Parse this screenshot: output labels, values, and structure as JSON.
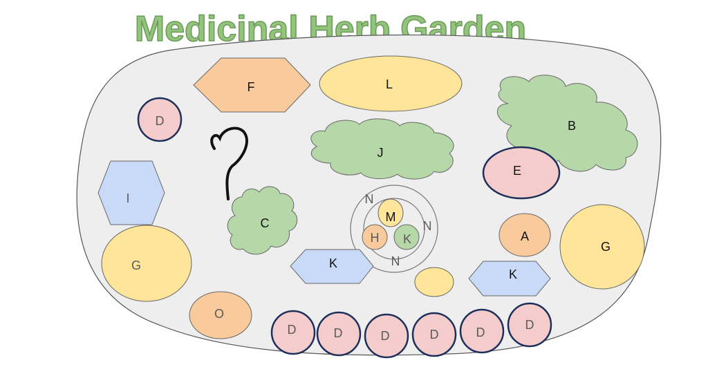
{
  "title": "Medicinal Herb Garden",
  "colors": {
    "title_fill": "#93c47d",
    "title_stroke": "#6a9a55",
    "ground": "#eeeeee",
    "green": "#b6d7a8",
    "yellow": "#ffe599",
    "orange": "#f9cb9c",
    "pink": "#f4cccc",
    "blue": "#c9daf8",
    "navy_outline": "#1c2e5a"
  },
  "beds": {
    "F": "F",
    "L": "L",
    "B": "B",
    "D_top": "D",
    "J": "J",
    "E": "E",
    "I": "I",
    "C": "C",
    "M": "M",
    "H": "H",
    "K_center": "K",
    "N_top": "N",
    "N_right": "N",
    "N_bottom": "N",
    "A": "A",
    "G_right": "G",
    "G_left": "G",
    "K_left": "K",
    "K_right": "K",
    "O": "O",
    "D_row": [
      "D",
      "D",
      "D",
      "D",
      "D",
      "D"
    ]
  }
}
